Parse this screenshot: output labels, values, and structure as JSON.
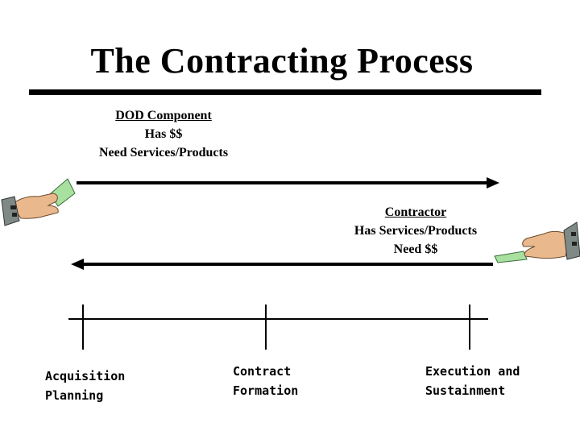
{
  "title": "The Contracting Process",
  "dod_component": {
    "heading": "DOD Component",
    "line_1": "Has $$",
    "line_2": "Need Services/Products"
  },
  "contractor": {
    "heading": "Contractor",
    "line_1": "Has Services/Products",
    "line_2": "Need $$"
  },
  "phases": [
    "Acquisition Planning",
    "Contract Formation",
    "Execution and Sustainment"
  ],
  "colors": {
    "money": "#a8e0a0",
    "skin": "#e9b98d",
    "sleeve": "#7f8a86"
  }
}
